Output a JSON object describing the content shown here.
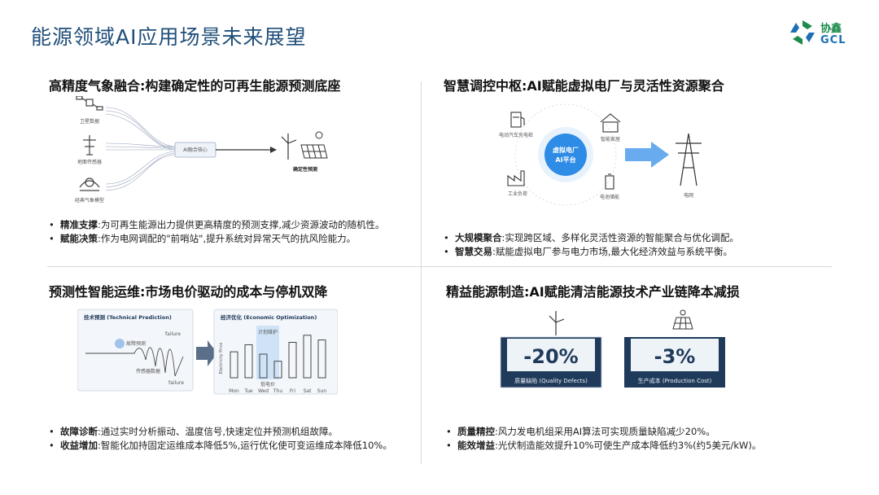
{
  "title": "能源领域AI应用场景未来展望",
  "logo": {
    "zh": "协鑫",
    "en": "GCL"
  },
  "q1": {
    "title": "高精度气象融合:构建确定性的可再生能源预测底座",
    "diagram": {
      "sources": [
        "卫星数据",
        "地面传感器",
        "经典气象模型"
      ],
      "core": "AI融合核心",
      "output": "确定性预测"
    },
    "bullets": [
      {
        "term": "精准支撑",
        "text": ":为可再生能源出力提供更高精度的预测支撑,减少资源波动的随机性。"
      },
      {
        "term": "赋能决策",
        "text": ":作为电网调配的\"前哨站\",提升系统对异常天气的抗风险能力。"
      }
    ]
  },
  "q2": {
    "title": "智慧调控中枢:AI赋能虚拟电厂与灵活性资源聚合",
    "diagram": {
      "hub_line1": "虚拟电厂",
      "hub_line2": "AI平台",
      "nodes": [
        "电动汽车充电桩",
        "智能家居",
        "工业负荷",
        "电池储能"
      ],
      "grid": "电网"
    },
    "bullets": [
      {
        "term": "大规模聚合",
        "text": ":实现跨区域、多样化灵活性资源的智能聚合与优化调配。"
      },
      {
        "term": "智慧交易",
        "text": ":赋能虚拟电厂参与电力市场,最大化经济效益与系统平衡。"
      }
    ]
  },
  "q3": {
    "title": "预测性智能运维:市场电价驱动的成本与停机双降",
    "left_panel": {
      "title": "技术预测 (Technical Prediction)",
      "labels": [
        "故障预测",
        "failure",
        "传感器数据",
        "failure"
      ]
    },
    "right_panel": {
      "title": "经济优化 (Economic Optimization)",
      "y_label": "Electricity Price",
      "highlight": "计划维护",
      "low_label": "低电价",
      "days": [
        "Mon",
        "Tue",
        "Wed",
        "Thu",
        "Fri",
        "Sat",
        "Sun"
      ],
      "bar_levels": [
        0.55,
        0.7,
        0.5,
        0.35,
        0.75,
        0.9,
        0.8
      ]
    },
    "bullets": [
      {
        "term": "故障诊断",
        "text": ":通过实时分析振动、温度信号,快速定位并预测机组故障。"
      },
      {
        "term": "收益增加",
        "text": ":智能化加持固定运维成本降低5%,运行优化使可变运维成本降低10%。"
      }
    ]
  },
  "q4": {
    "title": "精益能源制造:AI赋能清洁能源技术产业链降本减损",
    "cards": [
      {
        "value": "-20%",
        "caption": "质量缺陷 (Quality Defects)"
      },
      {
        "value": "-3%",
        "caption": "生产成本 (Production Cost)"
      }
    ],
    "bullets": [
      {
        "term": "质量精控",
        "text": ":风力发电机组采用AI算法可实现质量缺陷减少20%。"
      },
      {
        "term": "能效增益",
        "text": ":光伏制造能效提升10%可使生产成本降低约3%(约5美元/kW)。"
      }
    ]
  },
  "colors": {
    "title": "#1f4e79",
    "accent": "#2e8be6",
    "card": "#1f3a5a"
  }
}
